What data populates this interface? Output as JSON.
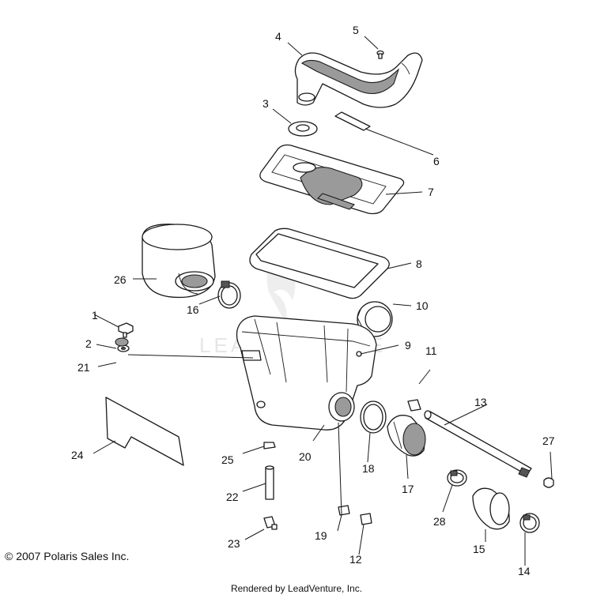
{
  "copyright": "© 2007 Polaris Sales Inc.",
  "rendered_by": "Rendered by LeadVenture, Inc.",
  "watermark": "LEADVENTURE",
  "callouts": [
    "1",
    "2",
    "3",
    "4",
    "5",
    "6",
    "7",
    "8",
    "9",
    "10",
    "11",
    "12",
    "13",
    "14",
    "15",
    "16",
    "17",
    "18",
    "19",
    "20",
    "21",
    "22",
    "23",
    "24",
    "25",
    "26",
    "27",
    "28"
  ]
}
